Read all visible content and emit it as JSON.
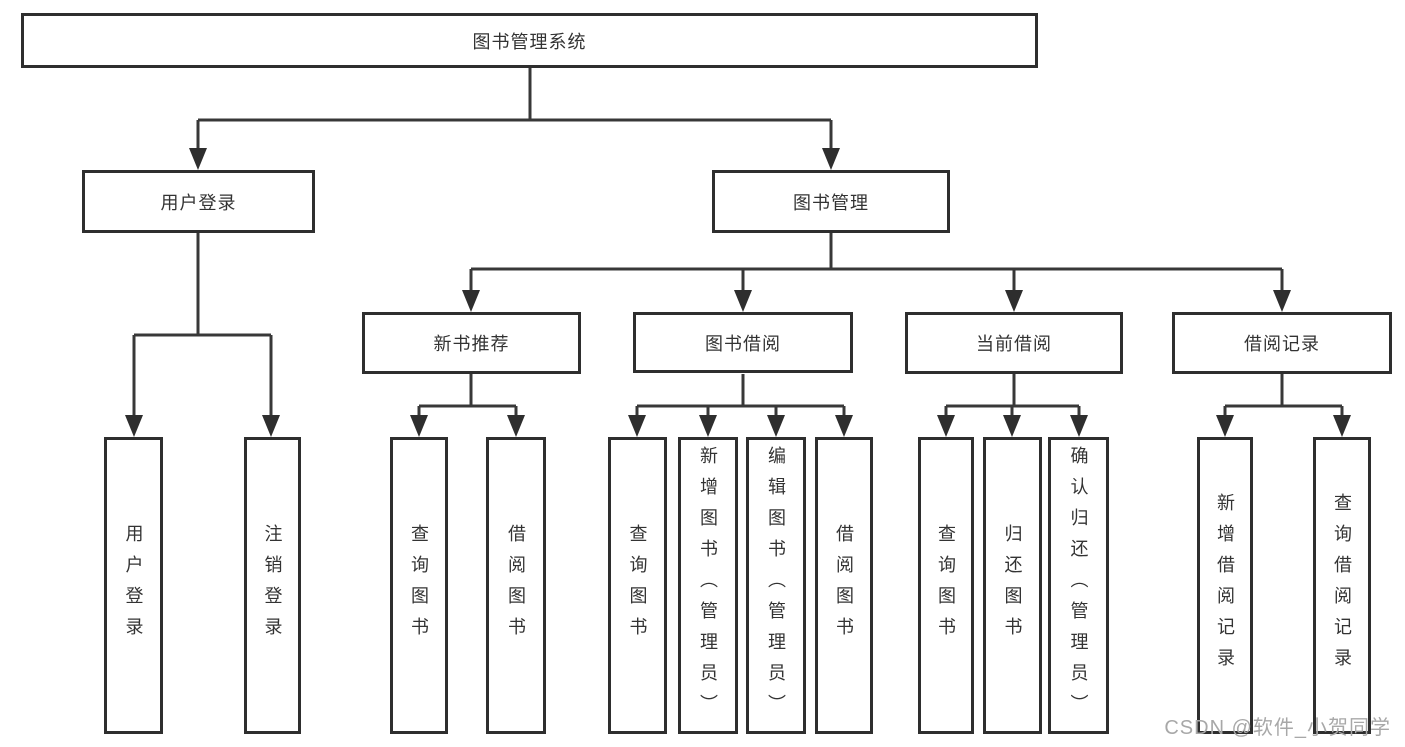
{
  "tree": {
    "root": "图书管理系统",
    "branches": [
      {
        "label": "用户登录",
        "children": [
          "用户登录",
          "注销登录"
        ]
      },
      {
        "label": "图书管理",
        "groups": [
          {
            "label": "新书推荐",
            "children": [
              "查询图书",
              "借阅图书"
            ]
          },
          {
            "label": "图书借阅",
            "children": [
              "查询图书",
              "新增图书（管理员）",
              "编辑图书（管理员）",
              "借阅图书"
            ]
          },
          {
            "label": "当前借阅",
            "children": [
              "查询图书",
              "归还图书",
              "确认归还（管理员）"
            ]
          },
          {
            "label": "借阅记录",
            "children": [
              "新增借阅记录",
              "查询借阅记录"
            ]
          }
        ]
      }
    ]
  },
  "colors": {
    "line": "#383838",
    "border": "#2e2e2e",
    "text": "#333333",
    "watermark": "#a8a8a8",
    "background": "#ffffff"
  },
  "watermark": "CSDN @软件_小贺同学"
}
